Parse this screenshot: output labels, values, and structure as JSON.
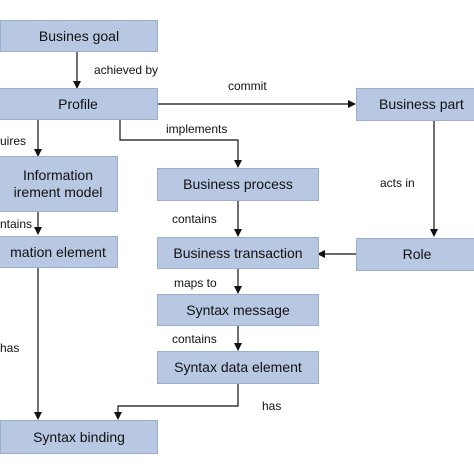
{
  "nodes": {
    "business_goal": "Busines goal",
    "profile": "Profile",
    "business_partner": "Business part",
    "information_requirement_model_line1": "Information",
    "information_requirement_model_line2": "irement model",
    "information_element": "mation element",
    "business_process": "Business process",
    "business_transaction": "Business transaction",
    "role": "Role",
    "syntax_message": "Syntax message",
    "syntax_data_element": "Syntax data element",
    "syntax_binding": "Syntax binding"
  },
  "edge_labels": {
    "achieved_by": "achieved by",
    "commit": "commit",
    "implements": "implements",
    "requires": "uires",
    "contains_left": "ntains",
    "contains_process": "contains",
    "acts_in": "acts in",
    "maps_to": "maps to",
    "contains_message": "contains",
    "has_left": "has",
    "has_bottom": "has"
  }
}
